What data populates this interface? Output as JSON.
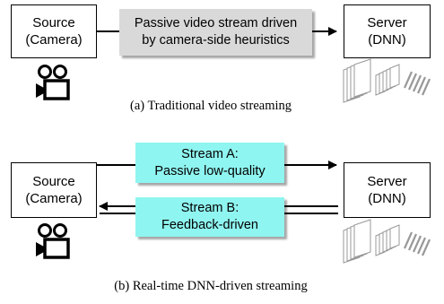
{
  "top": {
    "source": {
      "line1": "Source",
      "line2": "(Camera)"
    },
    "server": {
      "line1": "Server",
      "line2": "(DNN)"
    },
    "stream": {
      "line1": "Passive video stream driven",
      "line2": "by camera-side heuristics"
    },
    "caption": "(a) Traditional video streaming"
  },
  "bottom": {
    "source": {
      "line1": "Source",
      "line2": "(Camera)"
    },
    "server": {
      "line1": "Server",
      "line2": "(DNN)"
    },
    "stream_a": {
      "line1": "Stream A:",
      "line2": "Passive low-quality"
    },
    "stream_b": {
      "line1": "Stream B:",
      "line2": "Feedback-driven"
    },
    "caption": "(b) Real-time DNN-driven streaming"
  },
  "icons": [
    "camera-icon",
    "dnn-icon"
  ],
  "colors": {
    "gray_box": "#d9d9d9",
    "cyan_box": "#8ff5f0"
  }
}
